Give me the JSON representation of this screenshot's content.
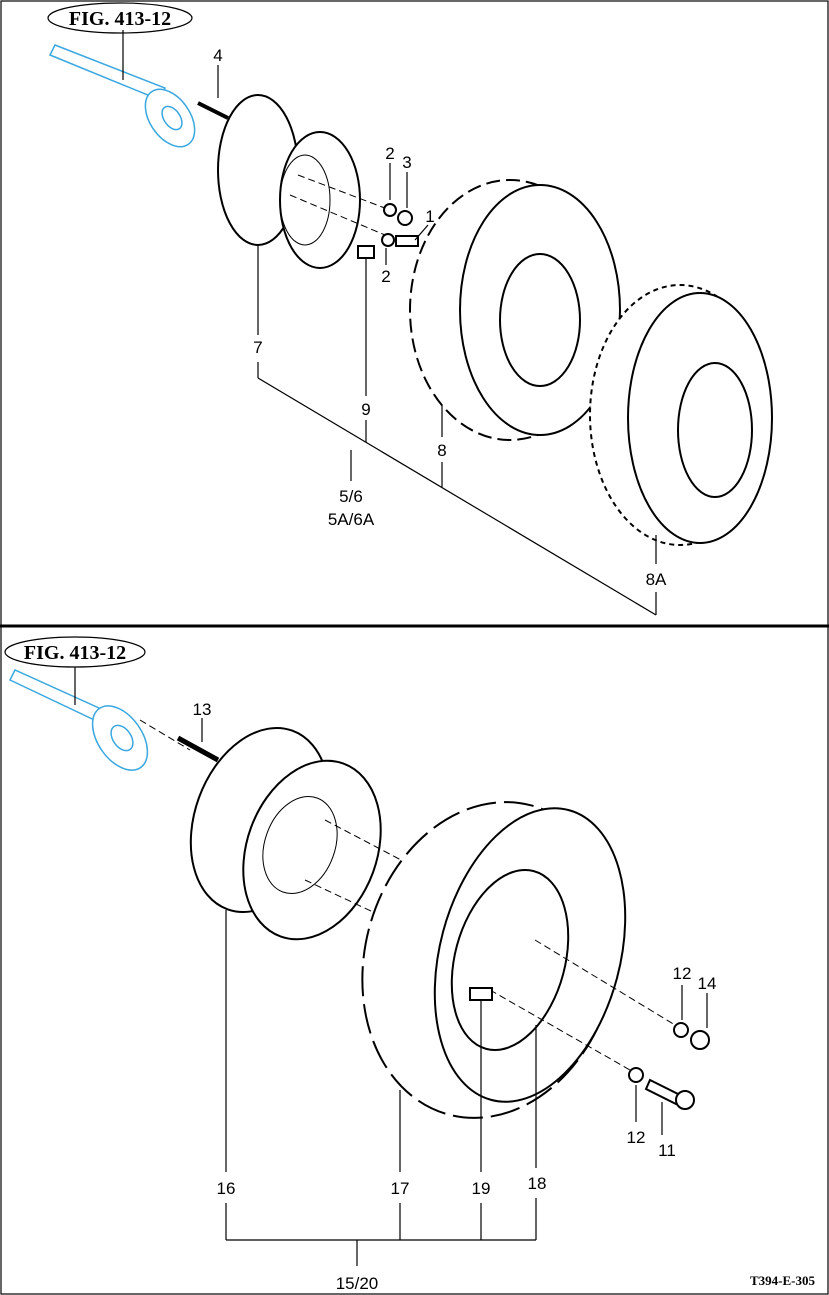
{
  "top_diagram": {
    "figure_ref": "FIG. 413-12",
    "callouts": {
      "c4": "4",
      "c2a": "2",
      "c3": "3",
      "c1": "1",
      "c2b": "2",
      "c7": "7",
      "c9": "9",
      "c8": "8",
      "c56": "5/6",
      "c5a6a": "5A/6A",
      "c8a": "8A"
    }
  },
  "bottom_diagram": {
    "figure_ref": "FIG. 413-12",
    "callouts": {
      "c13": "13",
      "c12a": "12",
      "c14": "14",
      "c12b": "12",
      "c11": "11",
      "c16": "16",
      "c17": "17",
      "c19": "19",
      "c18": "18",
      "c1520": "15/20"
    }
  },
  "drawing_code": "T394-E-305",
  "colors": {
    "shaft": "#3aa8e0",
    "line": "#000000"
  }
}
